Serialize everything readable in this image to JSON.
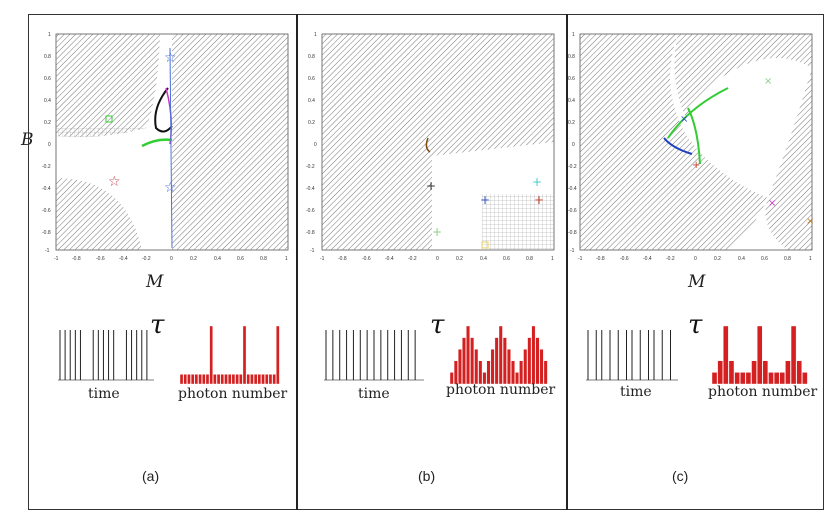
{
  "figure": {
    "axis_y_label": "B",
    "axis_x_label": "M",
    "panels": [
      {
        "id": "a",
        "label": "(a)",
        "time_label": "time",
        "photon_label": "photon number",
        "tau_symbol": "τ",
        "spike_groups": [
          [
            0,
            2,
            4,
            6,
            8
          ],
          [
            13,
            15,
            17,
            19,
            21
          ],
          [
            26,
            28,
            30,
            32,
            34
          ]
        ],
        "hist_values": [
          1,
          1,
          1,
          1,
          1,
          1,
          1,
          1,
          6,
          1,
          1,
          1,
          1,
          1,
          1,
          1,
          1,
          6,
          1,
          1,
          1,
          1,
          1,
          1,
          1,
          1,
          6
        ],
        "colors": {
          "bar": "#d42020"
        }
      },
      {
        "id": "b",
        "label": "(b)",
        "time_label": "time",
        "photon_label": "photon number",
        "tau_symbol": "τ",
        "spike_groups": [
          [
            0,
            2,
            4,
            6,
            8,
            10,
            12,
            14,
            16,
            18,
            20,
            22,
            24,
            26
          ]
        ],
        "hist_values": [
          1,
          2,
          3,
          4,
          5,
          4,
          3,
          2,
          1,
          2,
          3,
          4,
          5,
          4,
          3,
          2,
          1,
          2,
          3,
          4,
          5,
          4,
          3,
          2
        ],
        "colors": {
          "bar": "#d42020"
        }
      },
      {
        "id": "c",
        "label": "(c)",
        "time_label": "time",
        "photon_label": "photon number",
        "tau_symbol": "τ",
        "spike_groups": [
          [
            0,
            3,
            5,
            8,
            11,
            14,
            16,
            19,
            22,
            24,
            27,
            30
          ]
        ],
        "hist_values": [
          1,
          2,
          5,
          2,
          1,
          1,
          1,
          2,
          5,
          2,
          1,
          1,
          1,
          2,
          5,
          2,
          1
        ],
        "colors": {
          "bar": "#d42020"
        }
      }
    ],
    "tick_labels": [
      "-1",
      "-0.8",
      "-0.6",
      "-0.4",
      "-0.2",
      "0",
      "0.2",
      "0.4",
      "0.6",
      "0.8",
      "1"
    ]
  }
}
